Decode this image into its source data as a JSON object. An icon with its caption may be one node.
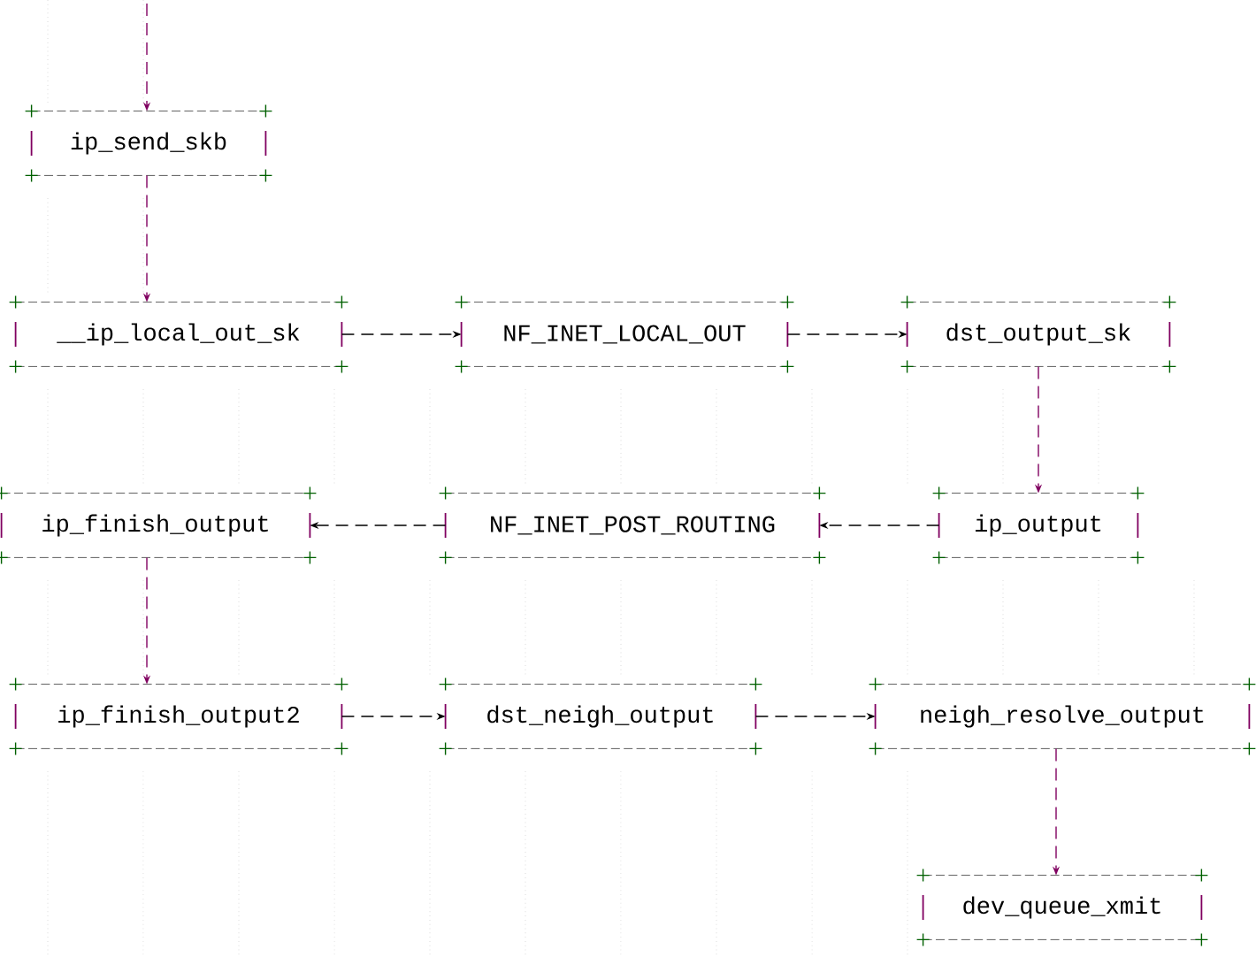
{
  "diagram": {
    "nodes": [
      {
        "text": [
          "ip_send_skb"
        ]
      },
      {
        "text": [
          "__ip_local_out_sk"
        ]
      },
      {
        "text": [
          "NF_INET_LOCAL_OUT"
        ]
      },
      {
        "text": [
          "dst_output_sk"
        ]
      },
      {
        "text": [
          "ip_finish_output"
        ]
      },
      {
        "text": [
          "NF_INET_POST_ROUTING"
        ]
      },
      {
        "text": [
          "ip_output"
        ]
      },
      {
        "text": [
          "ip_finish_output2"
        ]
      },
      {
        "text": [
          "dst_neigh_output"
        ]
      },
      {
        "text": [
          "neigh_resolve_output"
        ]
      },
      {
        "text": [
          "dev_queue_xmit"
        ]
      }
    ],
    "edges": [
      {
        "from": null,
        "to": 0,
        "arrow": "to",
        "color": "#800060"
      },
      {
        "from": 0,
        "to": 1,
        "arrow": "to",
        "color": "#800060"
      },
      {
        "from": 1,
        "to": 2,
        "arrow": "to"
      },
      {
        "from": 2,
        "to": 3,
        "arrow": "to"
      },
      {
        "from": 3,
        "to": 6,
        "arrow": "to",
        "color": "#800060"
      },
      {
        "from": 6,
        "to": 5,
        "arrow": "to"
      },
      {
        "from": 5,
        "to": 4,
        "arrow": "to"
      },
      {
        "from": 4,
        "to": 7,
        "arrow": "to",
        "color": "#800060"
      },
      {
        "from": 7,
        "to": 8,
        "arrow": "to"
      },
      {
        "from": 8,
        "to": 9,
        "arrow": "to"
      },
      {
        "from": 9,
        "to": 10,
        "arrow": "to",
        "color": "#800060"
      }
    ]
  }
}
